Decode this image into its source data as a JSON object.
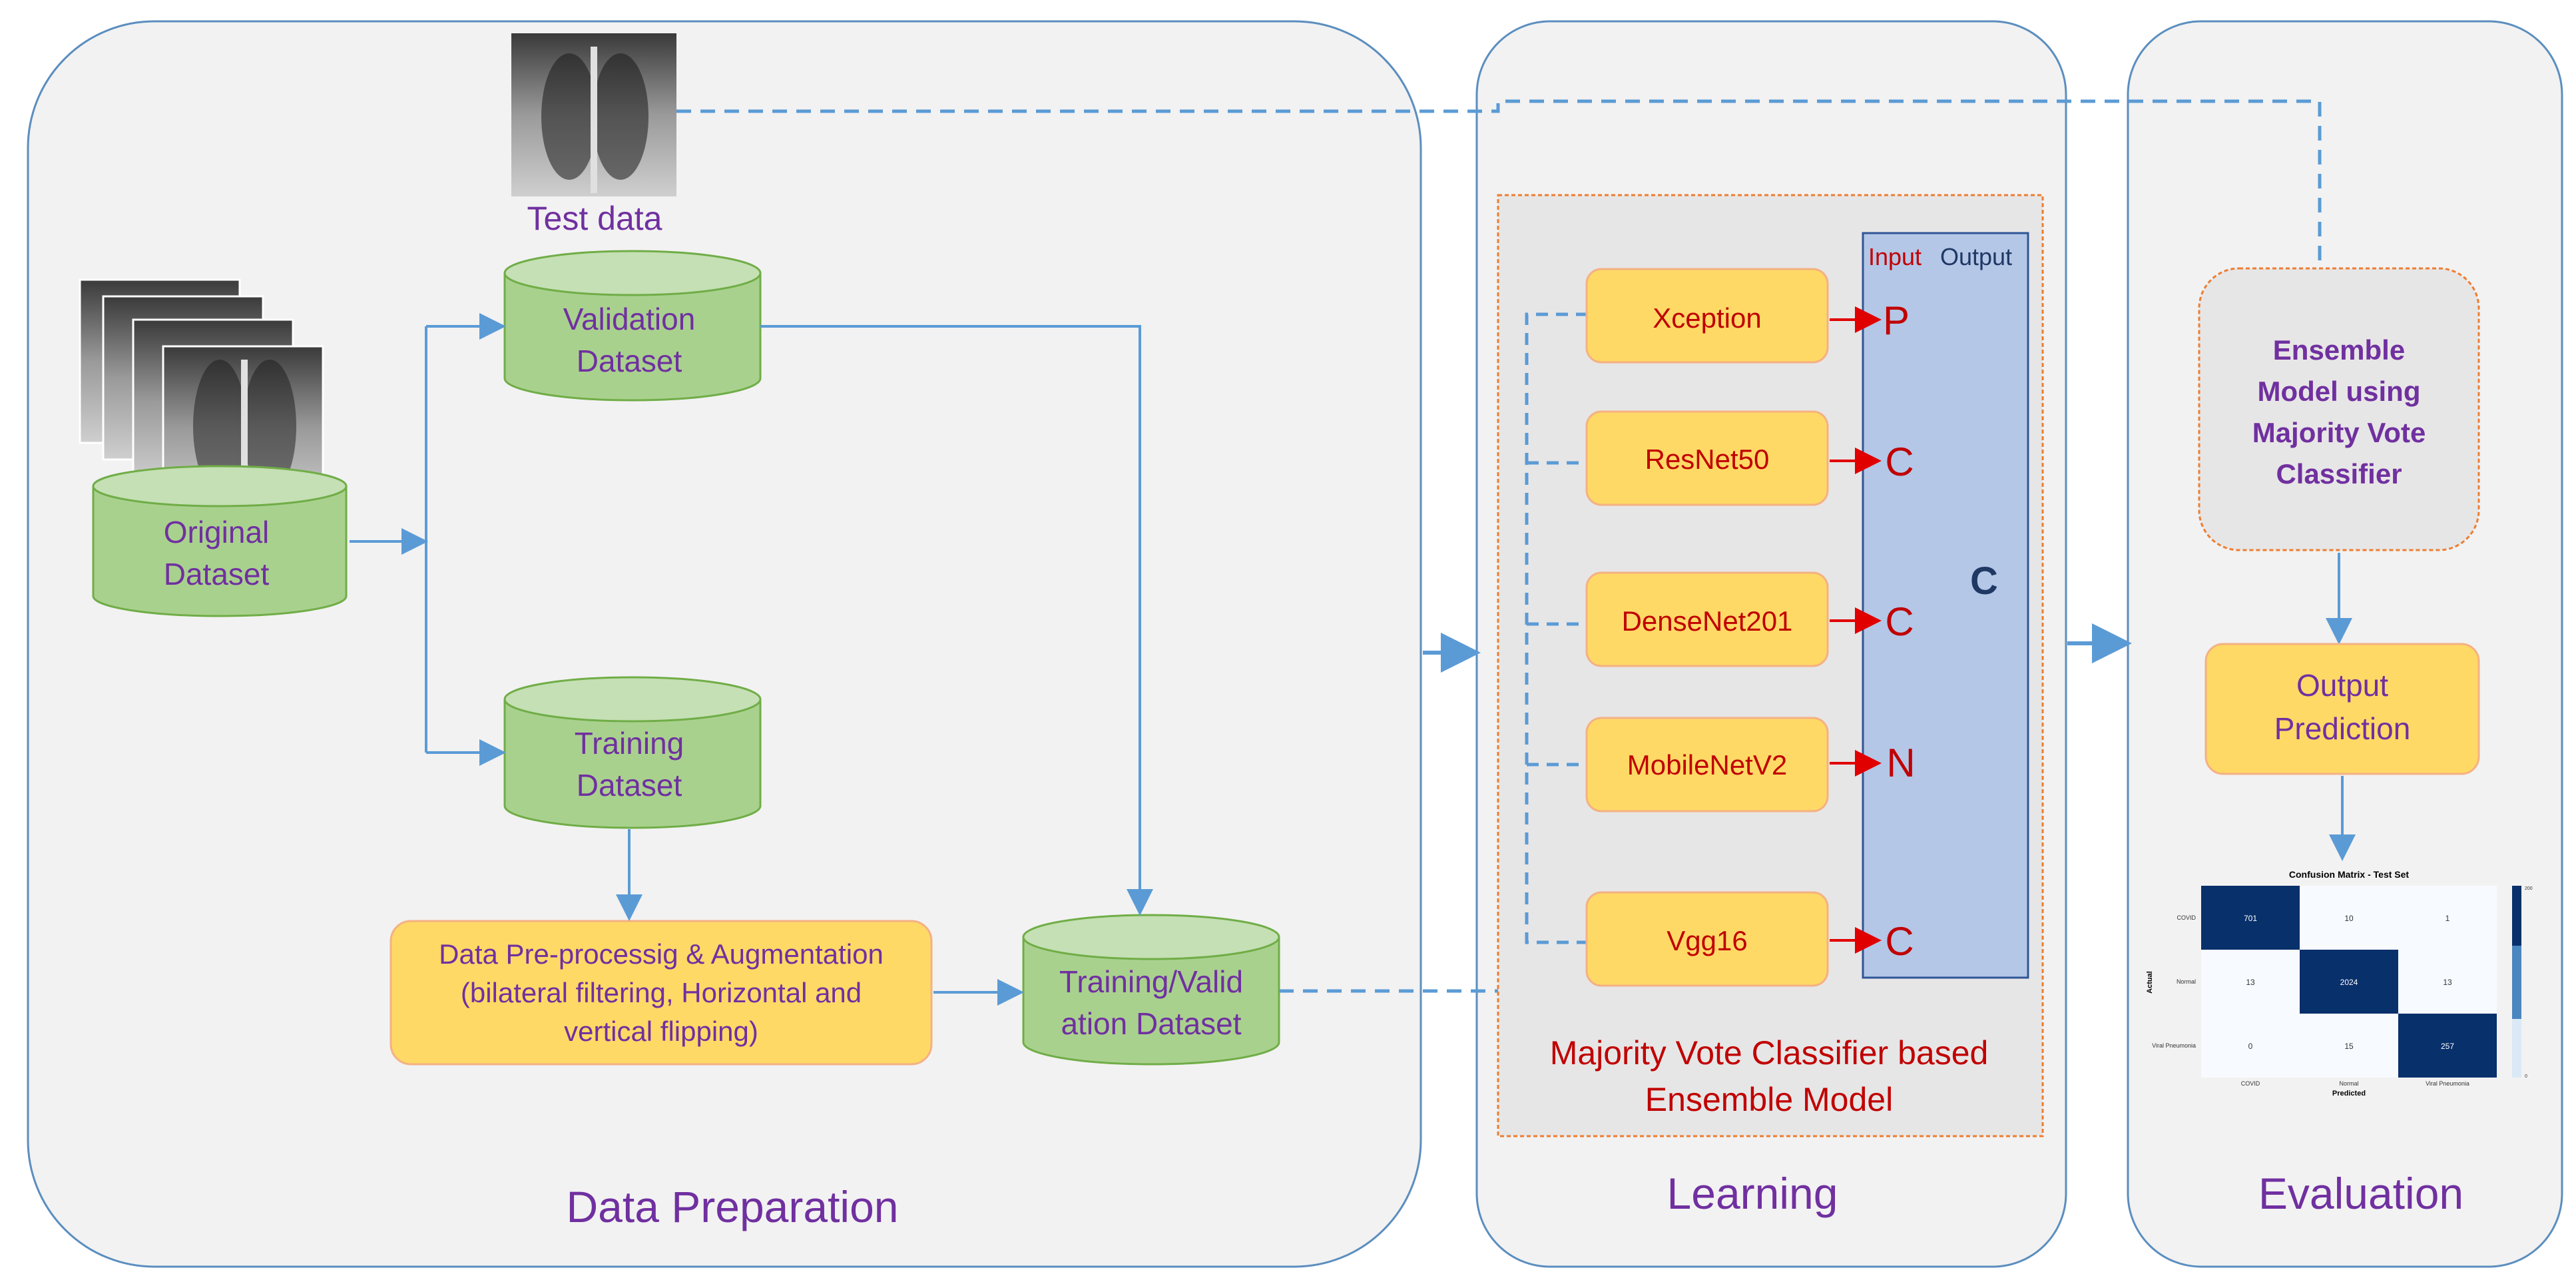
{
  "panels": {
    "data_preparation": "Data Preparation",
    "learning": "Learning",
    "evaluation": "Evaluation"
  },
  "data_prep": {
    "test_data": "Test data",
    "validation": [
      "Validation",
      "Dataset"
    ],
    "original": [
      "Original",
      "Dataset"
    ],
    "training": [
      "Training",
      "Dataset"
    ],
    "preprocess": [
      "Data Pre-processig & Augmentation",
      "(bilateral filtering, Horizontal and",
      "vertical flipping)"
    ],
    "train_valid": [
      "Training/Valid",
      "ation Dataset"
    ]
  },
  "learning": {
    "models": [
      "Xception",
      "ResNet50",
      "DenseNet201",
      "MobileNetV2",
      "Vgg16"
    ],
    "predictions": [
      "P",
      "C",
      "C",
      "N",
      "C"
    ],
    "input_label": "Input",
    "output_label": "Output",
    "output_value": "C",
    "caption": [
      "Majority Vote Classifier based",
      "Ensemble Model"
    ]
  },
  "evaluation": {
    "ensemble": [
      "Ensemble",
      "Model using",
      "Majority Vote",
      "Classifier"
    ],
    "output_prediction": [
      "Output",
      "Prediction"
    ],
    "confusion": {
      "title": "Confusion Matrix - Test Set",
      "xlabel": "Predicted",
      "ylabel": "Actual",
      "labels": [
        "COVID",
        "Normal",
        "Viral Pneumonia"
      ],
      "cells": [
        [
          "701",
          "10",
          "1"
        ],
        [
          "13",
          "2024",
          "13"
        ],
        [
          "0",
          "15",
          "257"
        ]
      ],
      "scale_ticks": [
        "200",
        "0"
      ]
    }
  },
  "colors": {
    "panel_bg": "#f2f2f2",
    "panel_border": "#5b8ebf",
    "purple_text": "#7030a0",
    "red_text": "#c00000",
    "arrow_blue": "#5b9bd5",
    "cyl_green": "#a9d18e",
    "cyl_green_dark": "#70ad47",
    "box_orange": "#ffd966",
    "box_orange_border": "#f4b183",
    "output_col": "#b4c7e7",
    "heat_dark": "#08306b"
  }
}
